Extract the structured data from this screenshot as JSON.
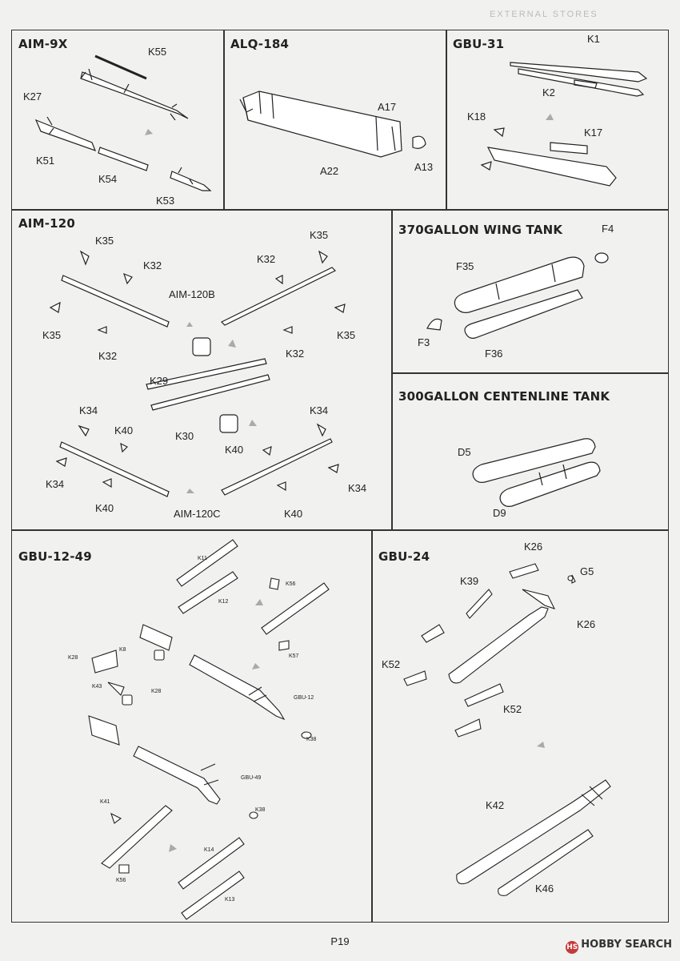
{
  "header_ghost": "EXTERNAL STORES",
  "page_number": "P19",
  "watermark": {
    "text": "HOBBY SEARCH",
    "logo_color": "#c53a3a"
  },
  "panels": {
    "aim9x": {
      "title": "AIM-9X",
      "labels": {
        "k55": "K55",
        "k27": "K27",
        "k51": "K51",
        "k54": "K54",
        "k53": "K53"
      }
    },
    "alq184": {
      "title": "ALQ-184",
      "labels": {
        "a17": "A17",
        "a22": "A22",
        "a13": "A13"
      }
    },
    "gbu31": {
      "title": "GBU-31",
      "labels": {
        "k1": "K1",
        "k2": "K2",
        "k18": "K18",
        "k17": "K17"
      }
    },
    "aim120": {
      "title": "AIM-120",
      "labels": {
        "k35a": "K35",
        "k35b": "K35",
        "k35c": "K35",
        "k35d": "K35",
        "k32a": "K32",
        "k32b": "K32",
        "k32c": "K32",
        "k32d": "K32",
        "aim120b": "AIM-120B",
        "k29": "K29",
        "k30": "K30",
        "k34a": "K34",
        "k34b": "K34",
        "k34c": "K34",
        "k34d": "K34",
        "k40a": "K40",
        "k40b": "K40",
        "k40c": "K40",
        "k40d": "K40",
        "aim120c": "AIM-120C"
      }
    },
    "tank370": {
      "title": "370GALLON WING TANK",
      "labels": {
        "f4": "F4",
        "f35": "F35",
        "f3": "F3",
        "f36": "F36"
      }
    },
    "tank300": {
      "title": "300GALLON CENTENLINE TANK",
      "labels": {
        "d5": "D5",
        "d9": "D9"
      }
    },
    "gbu1249": {
      "title": "GBU-12-49",
      "labels": {
        "k11": "K11",
        "k12": "K12",
        "k56a": "K56",
        "k57": "K57",
        "k8": "K8",
        "k28a": "K28",
        "k43": "K43",
        "k28b": "K28",
        "gbu12": "GBU-12",
        "k38a": "K38",
        "gbu49": "GBU-49",
        "k41": "K41",
        "k38b": "K38",
        "k56b": "K56",
        "k14": "K14",
        "k13": "K13"
      }
    },
    "gbu24": {
      "title": "GBU-24",
      "labels": {
        "k26a": "K26",
        "g5": "G5",
        "k39": "K39",
        "k26b": "K26",
        "k52a": "K52",
        "k52b": "K52",
        "k42": "K42",
        "k46": "K46"
      }
    }
  }
}
